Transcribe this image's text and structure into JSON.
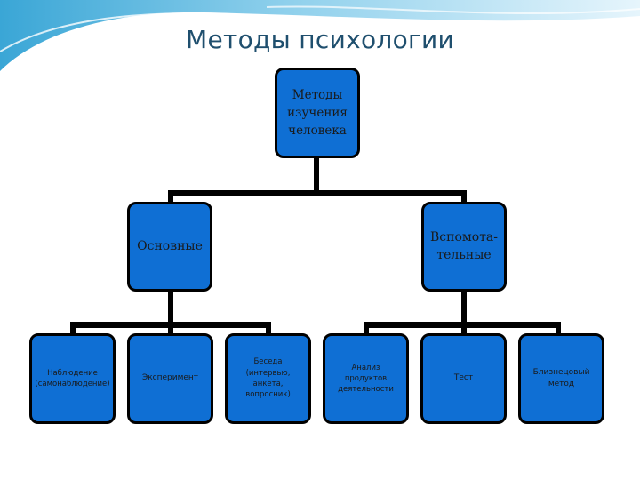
{
  "title": "Методы психологии",
  "root": {
    "label": "Методы изучения человека"
  },
  "groups": [
    {
      "label": "Основные"
    },
    {
      "label": "Вспомота-тельные"
    }
  ],
  "leaves": [
    {
      "label": "Наблюдение (самонаблюдение)"
    },
    {
      "label": "Эксперимент"
    },
    {
      "label": "Беседа (интервью, анкета, вопросник)"
    },
    {
      "label": "Анализ продуктов деятельности"
    },
    {
      "label": "Тест"
    },
    {
      "label": "Близнецовый метод"
    }
  ],
  "colors": {
    "box_fill": "#0f6fd4",
    "border": "#000000",
    "title": "#1f4f6e",
    "decor": "#5fb7dc"
  }
}
